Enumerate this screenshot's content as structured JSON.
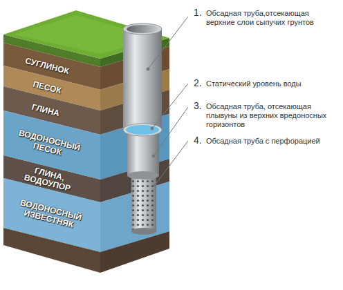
{
  "diagram": {
    "nodes": [
      {
        "text": [
          "СУГЛИНОК"
        ]
      },
      {
        "text": [
          "ПЕСОК"
        ]
      },
      {
        "text": [
          "ГЛИНА"
        ]
      },
      {
        "text": [
          "ВОДОНОСНЫЙ ПЕСОК"
        ]
      },
      {
        "text": [
          "ГЛИНА, ВОДОУПОР"
        ]
      },
      {
        "text": [
          "ВОДОНОСНЫЙ ИЗВЕСТНЯК"
        ]
      }
    ],
    "labels": [
      "1.",
      "Обсадная труба,отсекающая верхние слои сыпучих грунтов",
      "2.",
      "Статический уровень воды",
      "3.",
      "Обсадная труба, отсекающая плывуны из верхних вредоносных горизонтов",
      "4.",
      "Обсадная труба с перфорацией"
    ]
  }
}
